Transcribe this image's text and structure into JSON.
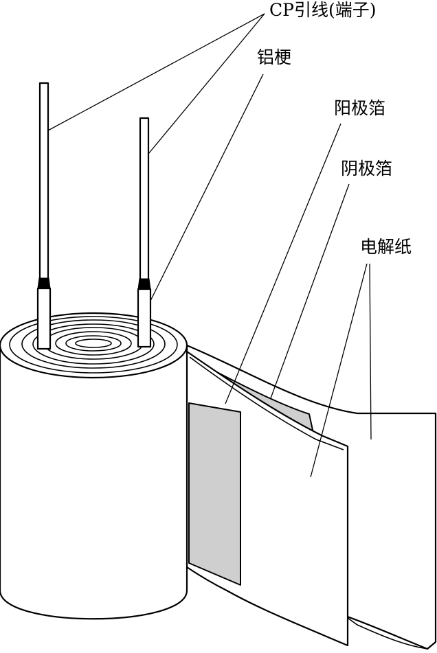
{
  "labels": {
    "cp_lead": "CP引线(端子)",
    "aluminum_stem": "铝梗",
    "anode_foil": "阳极箔",
    "cathode_foil": "阴极箔",
    "electrolytic_paper": "电解纸"
  },
  "colors": {
    "line": "#000000",
    "background": "#ffffff",
    "foil_fill": "#cfcfcf"
  }
}
